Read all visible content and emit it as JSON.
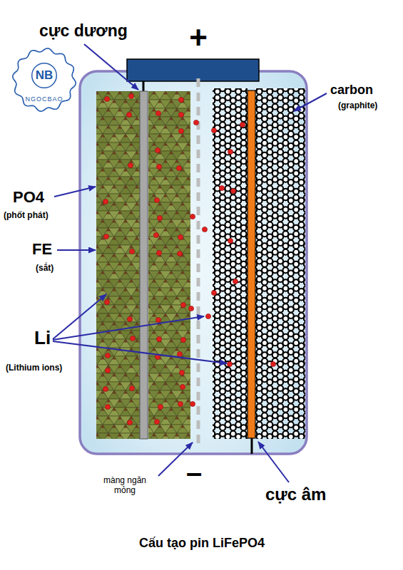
{
  "diagram": {
    "caption": "Cấu tạo pin LiFePO4",
    "nodes": [
      {
        "text": [
          "NB",
          "NGOCBAO"
        ]
      }
    ],
    "labels": [
      "cực dương",
      "+",
      "carbon",
      "(graphite)",
      "PO4",
      "(phốt phát)",
      "FE",
      "(sắt)",
      "Li",
      "(Lithium ions)",
      "màng ngăn mỏng",
      "–",
      "cực âm"
    ]
  }
}
